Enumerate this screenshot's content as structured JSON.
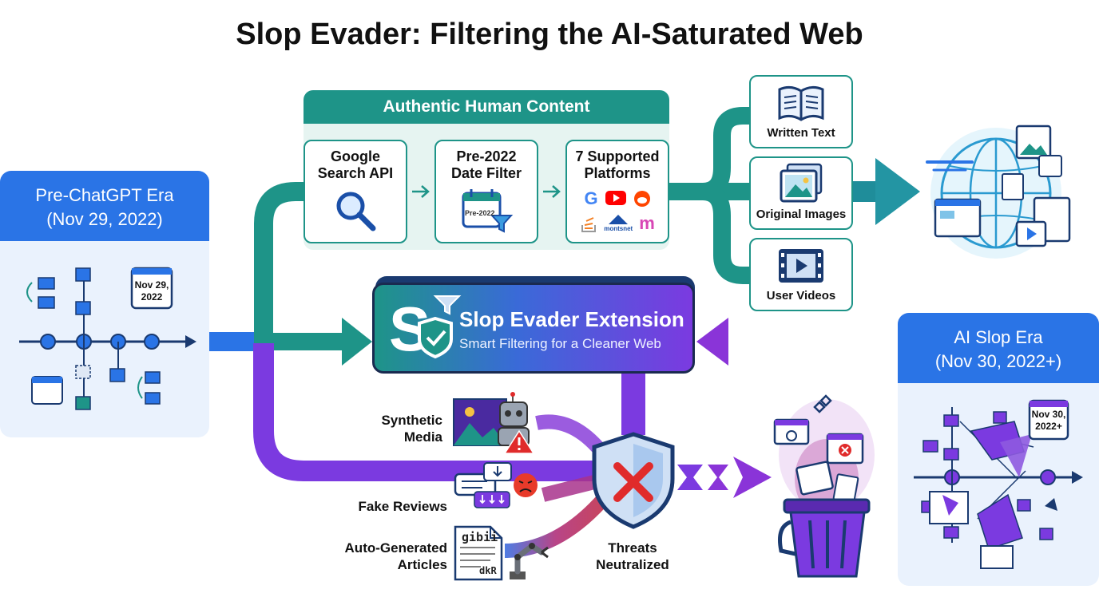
{
  "title": "Slop Evader: Filtering the AI-Saturated Web",
  "pre_era": {
    "heading_line1": "Pre-ChatGPT Era",
    "heading_line2": "(Nov 29, 2022)",
    "calendar_line1": "Nov 29,",
    "calendar_line2": "2022"
  },
  "authentic": {
    "header": "Authentic Human Content",
    "steps": [
      {
        "line1": "Google",
        "line2": "Search API"
      },
      {
        "line1": "Pre-2022",
        "line2": "Date Filter",
        "calendar_text": "Pre-2022"
      },
      {
        "line1": "7 Supported",
        "line2": "Platforms",
        "platform_text": "montsnet"
      }
    ]
  },
  "content_types": [
    "Written Text",
    "Original Images",
    "User Videos"
  ],
  "extension": {
    "name": "Slop Evader Extension",
    "tagline": "Smart Filtering for a Cleaner Web"
  },
  "ai_era": {
    "heading_line1": "AI Slop Era",
    "heading_line2": "(Nov 30, 2022+)",
    "calendar_line1": "Nov 30,",
    "calendar_line2": "2022+"
  },
  "threats": {
    "synthetic_line1": "Synthetic",
    "synthetic_line2": "Media",
    "fake_reviews": "Fake Reviews",
    "auto_line1": "Auto-Generated",
    "auto_line2": "Articles",
    "article_text_top": "gibii",
    "article_text_bottom": "dkR",
    "neutralized_line1": "Threats",
    "neutralized_line2": "Neutralized"
  },
  "colors": {
    "teal": "#1e9488",
    "blue": "#2a74e6",
    "purple": "#7b3ae0",
    "red": "#e02b2b"
  }
}
